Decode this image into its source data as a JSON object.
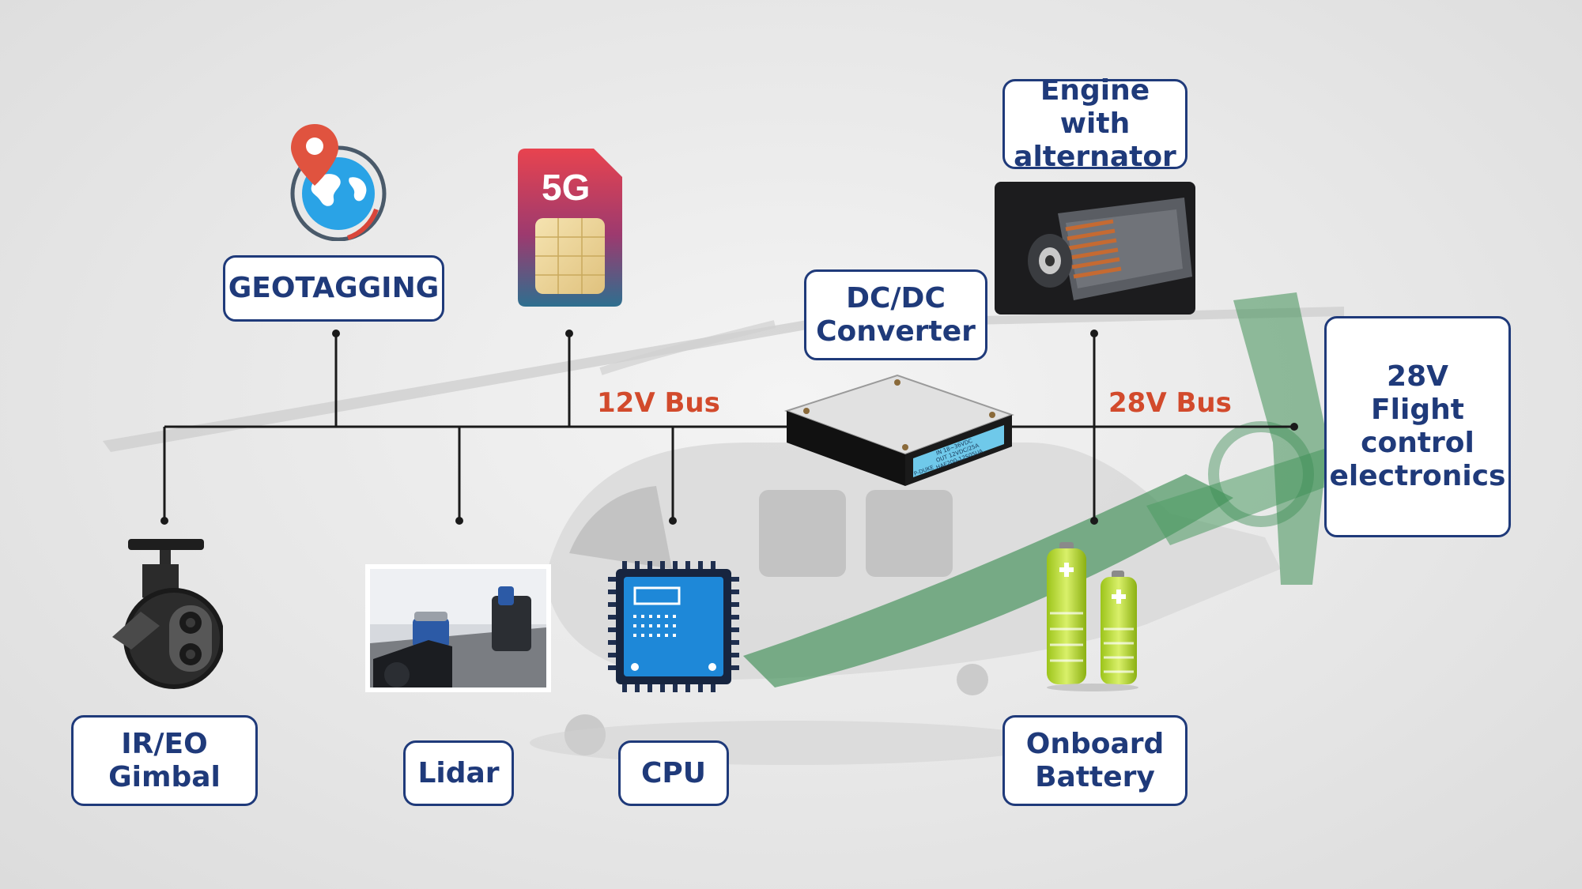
{
  "labels": {
    "geotagging": "GEOTAGGING",
    "engine_line1": "Engine with",
    "engine_line2": "alternator",
    "dcdc_line1": "DC/DC",
    "dcdc_line2": "Converter",
    "fce_line1": "28V",
    "fce_line2": "Flight",
    "fce_line3": "control",
    "fce_line4": "electronics",
    "gimbal_line1": "IR/EO",
    "gimbal_line2": "Gimbal",
    "lidar": "Lidar",
    "cpu": "CPU",
    "battery_line1": "Onboard",
    "battery_line2": "Battery"
  },
  "buses": {
    "bus_12v": "12V Bus",
    "bus_28v": "28V Bus"
  },
  "icons": {
    "sim_text": "5G",
    "converter_label_lines": [
      "IN  18~36VDC",
      "OUT 12VDC/25A",
      "HAE200-12S05UA"
    ],
    "converter_brand": "P-DUKE"
  },
  "colors": {
    "accent_blue": "#1f3a7a",
    "bus_red": "#d24a2c",
    "line": "#1a1a1a"
  }
}
